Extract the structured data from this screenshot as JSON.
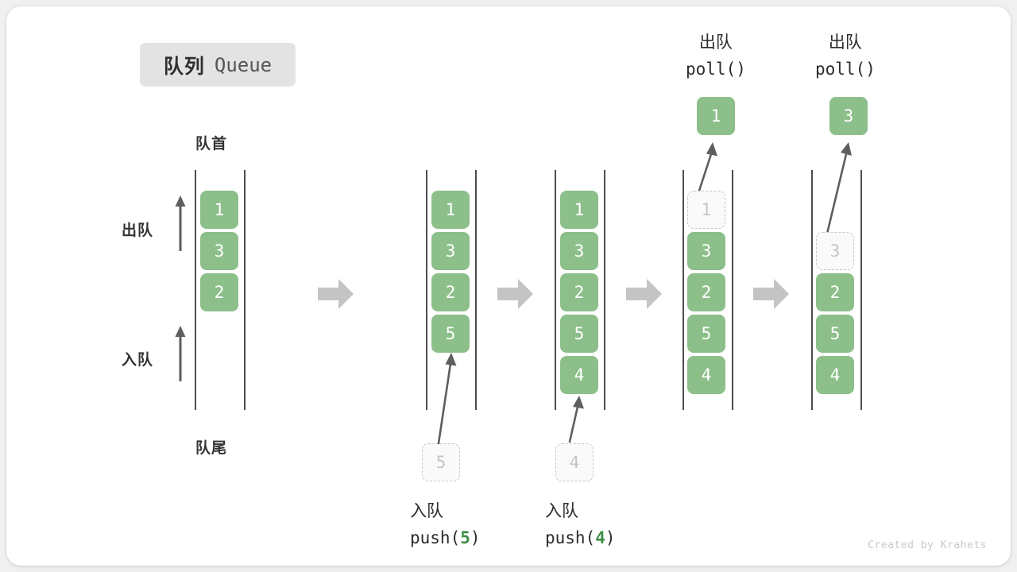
{
  "title": {
    "cn": "队列",
    "en": "Queue"
  },
  "labels": {
    "head": "队首",
    "tail": "队尾",
    "dequeue_side": "出队",
    "enqueue_side": "入队"
  },
  "watermark": "Created by Krahets",
  "colors": {
    "cell_fill": "#8cbf8a",
    "cell_text": "#ffffff",
    "ghost_fill": "#fafafa",
    "ghost_border": "#c8c8c8",
    "ghost_text": "#c4c4c4",
    "rail": "#4d4d4d",
    "step_arrow": "#c4c4c4",
    "op_arrow": "#5e5e5e",
    "badge_bg": "#e3e3e3",
    "accent_green": "#3f8f46",
    "watermark": "#c9c9c9"
  },
  "steps": [
    {
      "id": "initial",
      "cells": [
        "1",
        "3",
        "2"
      ],
      "ghost_index": -1,
      "caption_cn": "",
      "caption_fn": "",
      "caption_arg": ""
    },
    {
      "id": "push-5",
      "cells": [
        "1",
        "3",
        "2",
        "5"
      ],
      "ghost_index": -1,
      "incoming_value": "5",
      "caption_cn": "入队",
      "caption_fn_open": "push(",
      "caption_arg": "5",
      "caption_fn_close": ")"
    },
    {
      "id": "push-4",
      "cells": [
        "1",
        "3",
        "2",
        "5",
        "4"
      ],
      "ghost_index": -1,
      "incoming_value": "4",
      "caption_cn": "入队",
      "caption_fn_open": "push(",
      "caption_arg": "4",
      "caption_fn_close": ")"
    },
    {
      "id": "poll-1",
      "cells": [
        "1",
        "3",
        "2",
        "5",
        "4"
      ],
      "ghost_index": 0,
      "popped_value": "1",
      "caption_cn": "出队",
      "caption_fn": "poll()"
    },
    {
      "id": "poll-3",
      "cells": [
        "3",
        "2",
        "5",
        "4"
      ],
      "ghost_index": 0,
      "popped_value": "3",
      "caption_cn": "出队",
      "caption_fn": "poll()"
    }
  ],
  "step_arrows": [
    "step-arrow-1",
    "step-arrow-2",
    "step-arrow-3",
    "step-arrow-4"
  ]
}
